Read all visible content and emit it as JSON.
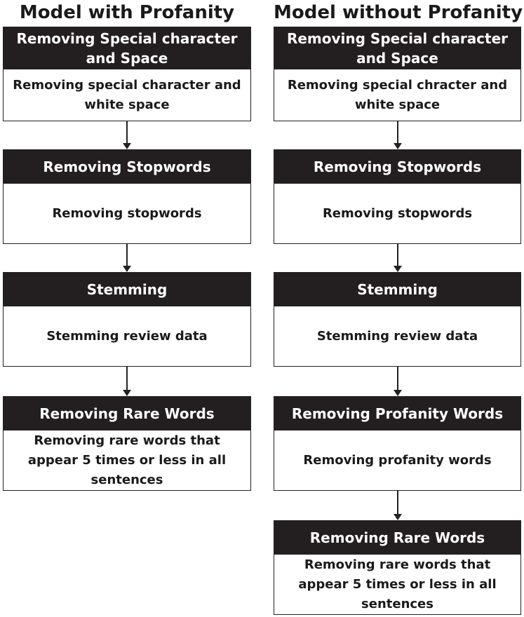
{
  "left": {
    "title": "Model with Profanity",
    "steps": [
      {
        "header": "Removing Special character and Space",
        "body": "Removing special character and white space"
      },
      {
        "header": "Removing Stopwords",
        "body": "Removing stopwords"
      },
      {
        "header": "Stemming",
        "body": "Stemming review data"
      },
      {
        "header": "Removing Rare Words",
        "body": "Removing rare words that appear 5 times or less in all sentences"
      }
    ]
  },
  "right": {
    "title": "Model without Profanity",
    "steps": [
      {
        "header": "Removing Special character and Space",
        "body": "Removing special chracter and white space"
      },
      {
        "header": "Removing Stopwords",
        "body": "Removing stopwords"
      },
      {
        "header": "Stemming",
        "body": "Stemming review data"
      },
      {
        "header": "Removing Profanity Words",
        "body": "Removing profanity words"
      },
      {
        "header": "Removing Rare Words",
        "body": "Removing rare words that appear 5 times or less in all sentences"
      }
    ]
  }
}
